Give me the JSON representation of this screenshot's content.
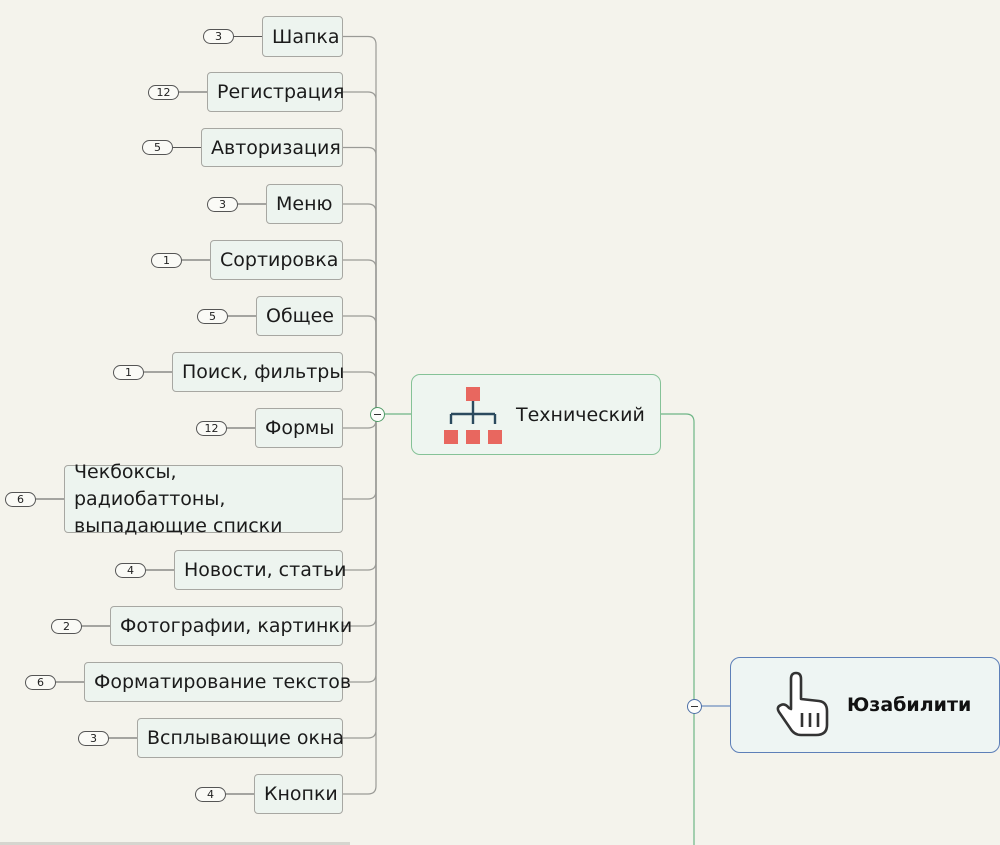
{
  "root": {
    "label": "Юзабилити",
    "icon": "pointing-hand-icon"
  },
  "branch": {
    "label": "Технический",
    "icon": "hierarchy-icon",
    "icon_color": "#e8675f"
  },
  "items": [
    {
      "label": "Шапка",
      "count": "3"
    },
    {
      "label": "Регистрация",
      "count": "12"
    },
    {
      "label": "Авторизация",
      "count": "5"
    },
    {
      "label": "Меню",
      "count": "3"
    },
    {
      "label": "Сортировка",
      "count": "1"
    },
    {
      "label": "Общее",
      "count": "5"
    },
    {
      "label": "Поиск, фильтры",
      "count": "1"
    },
    {
      "label": "Формы",
      "count": "12"
    },
    {
      "label": "Чекбоксы, радиобаттоны, выпадающие списки",
      "count": "6"
    },
    {
      "label": "Новости, статьи",
      "count": "4"
    },
    {
      "label": "Фотографии, картинки",
      "count": "2"
    },
    {
      "label": "Форматирование текстов",
      "count": "6"
    },
    {
      "label": "Всплывающие окна",
      "count": "3"
    },
    {
      "label": "Кнопки",
      "count": "4"
    }
  ],
  "colors": {
    "branch_border": "#85c297",
    "root_border": "#5d7fb8",
    "link_gray": "#9a9a96",
    "link_green": "#6db586"
  }
}
